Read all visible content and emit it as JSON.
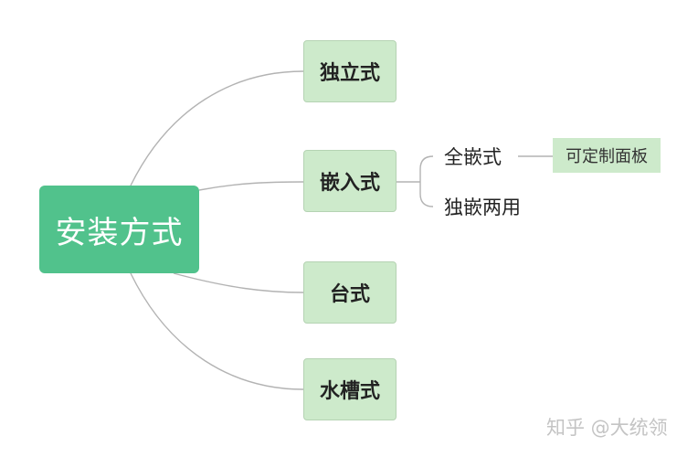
{
  "diagram": {
    "root": {
      "label": "安装方式"
    },
    "branches": [
      {
        "label": "独立式"
      },
      {
        "label": "嵌入式"
      },
      {
        "label": "台式"
      },
      {
        "label": "水槽式"
      }
    ],
    "embedded_children": [
      {
        "label": "全嵌式"
      },
      {
        "label": "独嵌两用"
      }
    ],
    "full_embedded_child": {
      "label": "可定制面板"
    }
  },
  "watermark": {
    "text": "知乎 @大统领"
  },
  "colors": {
    "root_fill": "#51c28c",
    "node_fill": "#cdeacb",
    "node_border": "#b5d3b3",
    "connector": "#b3b3b3",
    "watermark": "#c4c4c4"
  }
}
